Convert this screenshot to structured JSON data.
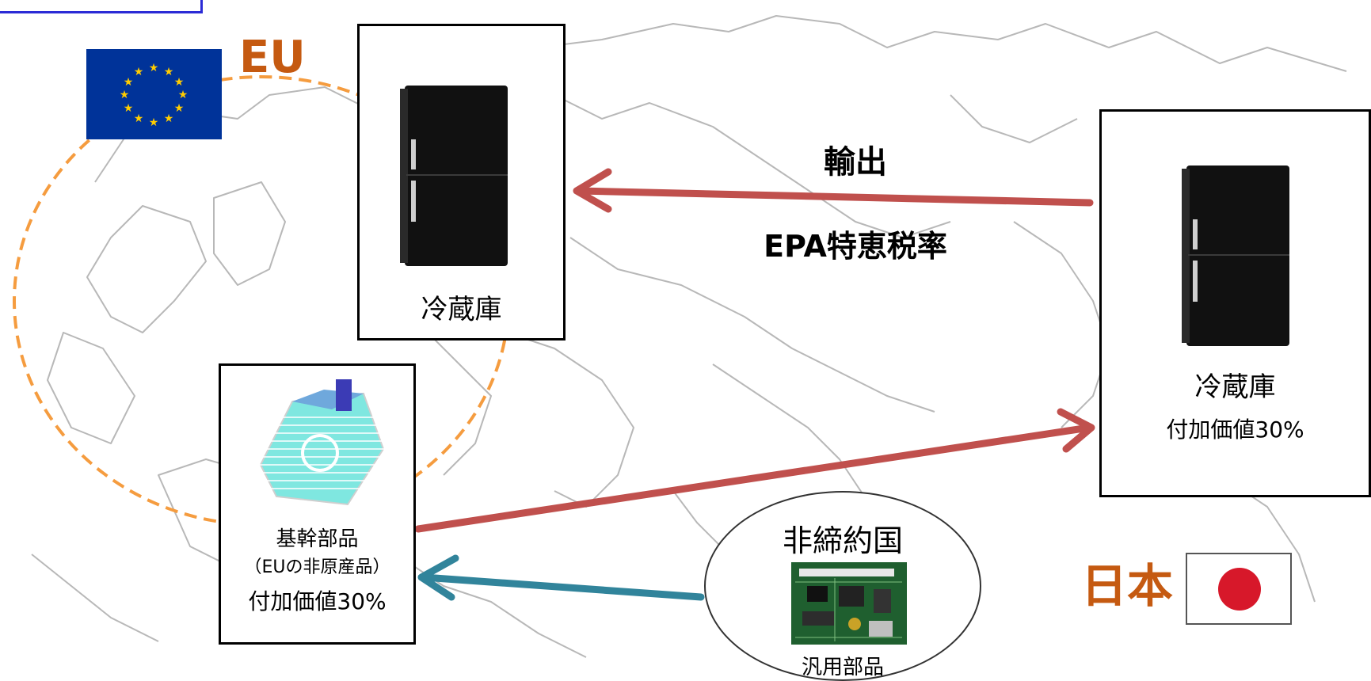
{
  "colors": {
    "arrow_red": "#c0504d",
    "arrow_blue": "#31849b",
    "eu_circle": "#f59c3f",
    "region_label": "#c55a11",
    "eu_flag_blue": "#003399",
    "eu_star": "#ffcc00",
    "japan_red": "#d7182a"
  },
  "eu": {
    "label": "EU",
    "flag_icon": "eu-flag-icon"
  },
  "japan": {
    "label": "日本",
    "flag_icon": "japan-flag-icon"
  },
  "eu_fridge_box": {
    "label": "冷蔵庫",
    "icon": "refrigerator-icon"
  },
  "japan_fridge_box": {
    "label": "冷蔵庫",
    "value_added": "付加価値30%",
    "icon": "refrigerator-icon"
  },
  "core_part_box": {
    "line1": "基幹部品",
    "line2": "（EUの非原産品）",
    "value_added": "付加価値30%",
    "icon": "compressor-part-icon"
  },
  "non_party": {
    "title": "非締約国",
    "caption": "汎用部品",
    "icon": "circuit-board-icon"
  },
  "export_arrow": {
    "label": "輸出",
    "sublabel": "EPA特恵税率"
  }
}
